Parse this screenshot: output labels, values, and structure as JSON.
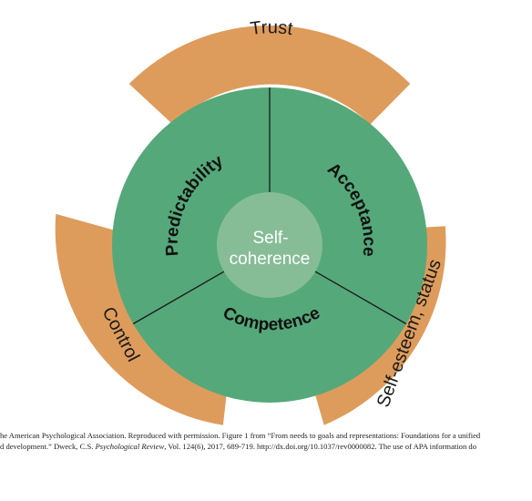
{
  "colors": {
    "outer_band": "#DE9C5C",
    "inner_circle": "#55A87A",
    "center_circle": "#86BD97",
    "divider": "#1a1a1a",
    "center_text": "#ffffff"
  },
  "outer_needs": [
    "Trust",
    "Self-esteem, status",
    "Control"
  ],
  "inner_needs": [
    "Predictability",
    "Acceptance",
    "Competence"
  ],
  "center": {
    "line1": "Self-",
    "line2": "coherence"
  },
  "caption": {
    "line1": "he American Psychological Association. Reproduced with permission. Figure 1 from “From needs to goals and representations: Foundations for a unified",
    "line2_a": "d development.” Dweck, C.S. ",
    "line2_journal": "Psychological Review",
    "line2_b": ", Vol. 124(6), 2017, 689-719. http://dx.doi.org/10.1037/rev0000082. The use of APA information do"
  }
}
